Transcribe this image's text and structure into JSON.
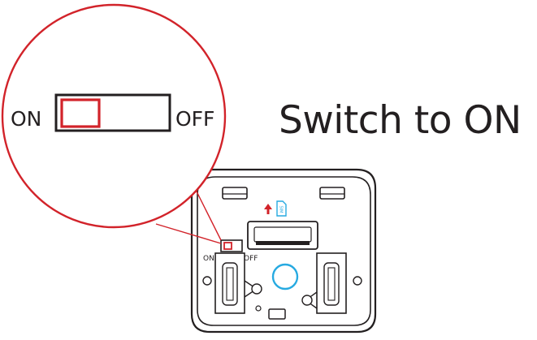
{
  "headline": "Switch to ON",
  "zoom_view": {
    "label_on": "ON",
    "label_off": "OFF",
    "switch_position": "ON"
  },
  "device": {
    "label_on": "ON",
    "label_off": "OFF",
    "sim_icon_text": "SIM"
  },
  "colors": {
    "accent_red": "#d2232a",
    "line_dark": "#231f20",
    "led_ring_blue": "#27aae1",
    "background": "#ffffff"
  },
  "icons": [
    "arrow-up-icon",
    "sim-card-icon",
    "led-indicator-icon"
  ]
}
